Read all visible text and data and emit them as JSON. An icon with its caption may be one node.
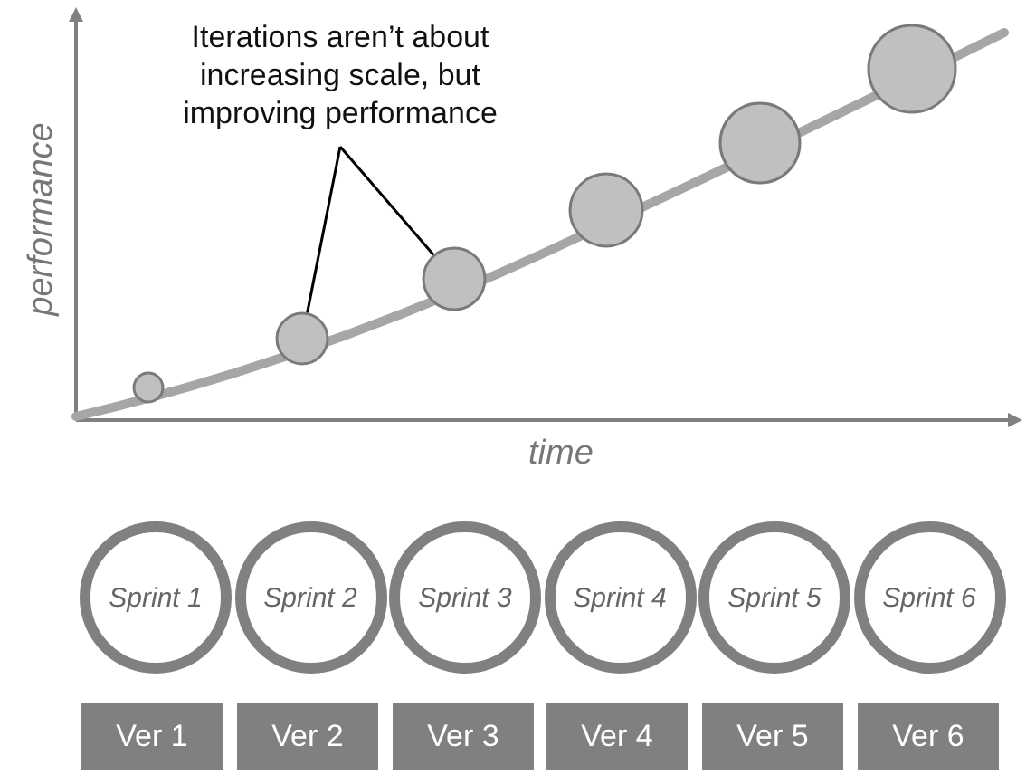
{
  "diagram": {
    "nodes": [
      {
        "text": [
          "Iterations aren’t about increasing scale, but improving performance"
        ]
      },
      {
        "text": [],
        "shape": "circle"
      },
      {
        "text": [],
        "shape": "circle"
      },
      {
        "text": [],
        "shape": "circle"
      },
      {
        "text": [],
        "shape": "circle"
      },
      {
        "text": [],
        "shape": "circle"
      },
      {
        "text": [],
        "shape": "circle"
      },
      {
        "text": [
          "Sprint 1"
        ]
      },
      {
        "text": [
          "Sprint 2"
        ]
      },
      {
        "text": [
          "Sprint 3"
        ]
      },
      {
        "text": [
          "Sprint 4"
        ]
      },
      {
        "text": [
          "Sprint 5"
        ]
      },
      {
        "text": [
          "Sprint 6"
        ]
      },
      {
        "text": [
          "Ver 1"
        ]
      },
      {
        "text": [
          "Ver 2"
        ]
      },
      {
        "text": [
          "Ver 3"
        ]
      },
      {
        "text": [
          "Ver 4"
        ]
      },
      {
        "text": [
          "Ver 5"
        ]
      },
      {
        "text": [
          "Ver 6"
        ]
      }
    ],
    "edges": [
      {
        "from": 0,
        "to": 2,
        "arrow": "none"
      },
      {
        "from": 0,
        "to": 3,
        "arrow": "none"
      }
    ],
    "labels": [
      "performance",
      "time"
    ]
  }
}
